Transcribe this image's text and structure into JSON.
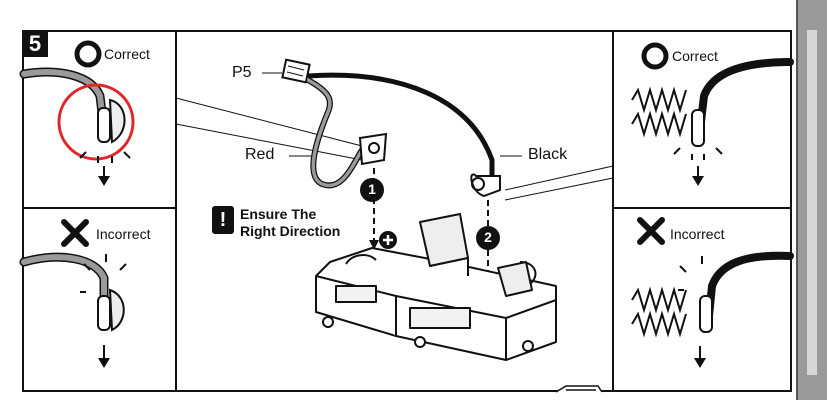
{
  "step": {
    "number": "5"
  },
  "panels": {
    "top_left": {
      "status": "Correct"
    },
    "bottom_left": {
      "status": "Incorrect"
    },
    "top_right": {
      "status": "Correct"
    },
    "bottom_right": {
      "status": "Incorrect"
    }
  },
  "center": {
    "connector_label": "P5",
    "red_wire_label": "Red",
    "black_wire_label": "Black",
    "callout_1": "1",
    "callout_2": "2",
    "warning": {
      "line1": "Ensure The",
      "line2": "Right Direction"
    }
  },
  "colors": {
    "red_wire": "#8a8a8a",
    "black_wire": "#111111",
    "highlight_circle": "#e0262b",
    "ink": "#111111"
  },
  "icons": {
    "correct": "circle-o-icon",
    "incorrect": "x-cross-icon",
    "down_arrow": "arrow-down-icon",
    "plus": "plus-icon",
    "minus": "minus-icon"
  }
}
